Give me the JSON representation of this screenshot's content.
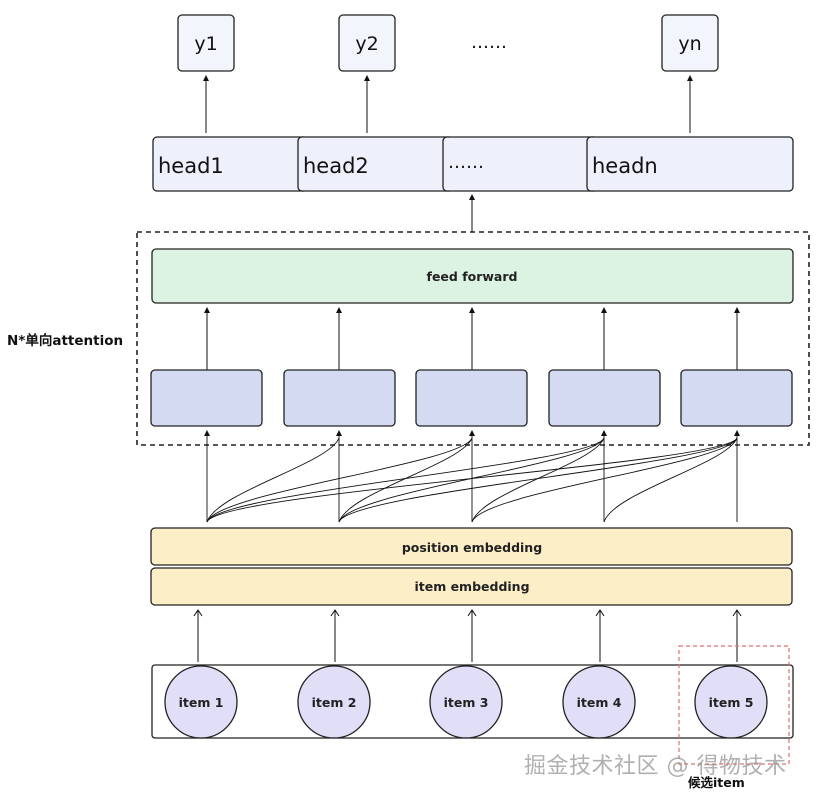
{
  "outputs": [
    "y1",
    "y2",
    "yn"
  ],
  "outputs_ellipsis": "……",
  "heads": [
    "head1",
    "head2",
    "……",
    "headn"
  ],
  "feed_forward": "feed forward",
  "layer_label": "N*单向attention",
  "position_embedding": "position  embedding",
  "item_embedding": "item  embedding",
  "items": [
    "item 1",
    "item 2",
    "item 3",
    "item 4",
    "item 5"
  ],
  "candidate_label": "候选item",
  "watermark": "掘金技术社区 @ 得物技术",
  "colors": {
    "head_fill": "#eef1fb",
    "output_fill": "#f3f5fc",
    "feed_forward_fill": "#dcf3e3",
    "attention_block_fill": "#d3daf2",
    "embedding_fill": "#fcefc8",
    "item_circle_fill": "#e1def7",
    "candidate_box": "#e07070",
    "stroke": "#222222"
  }
}
